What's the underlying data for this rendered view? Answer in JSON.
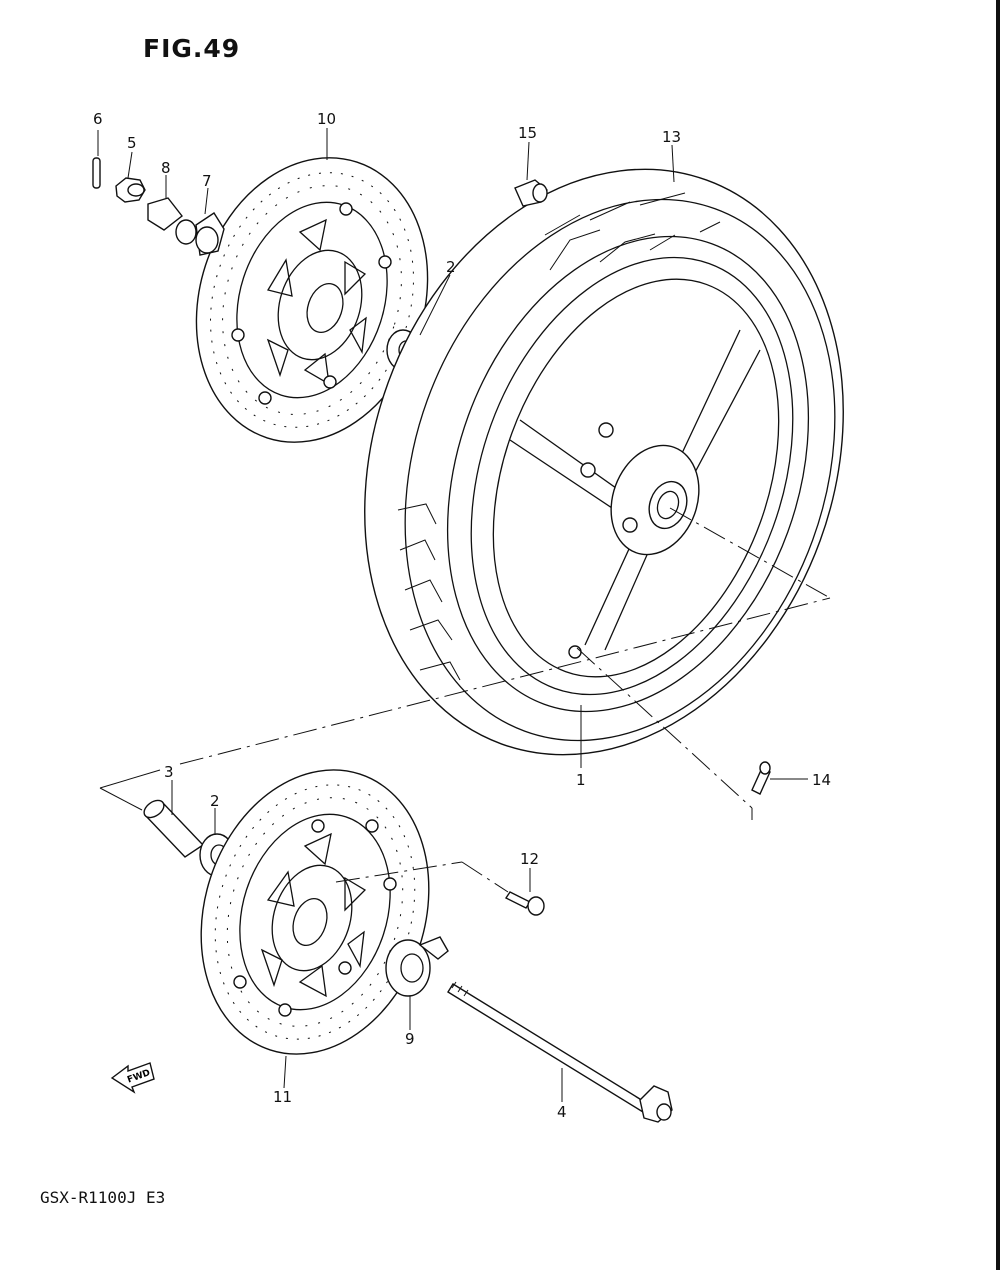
{
  "figure": {
    "title": "FIG.49",
    "model": "GSX-R1100J E3",
    "fwd_label": "FWD"
  },
  "callouts": [
    {
      "id": "c6",
      "label": "6"
    },
    {
      "id": "c5",
      "label": "5"
    },
    {
      "id": "c8",
      "label": "8"
    },
    {
      "id": "c7",
      "label": "7"
    },
    {
      "id": "c10",
      "label": "10"
    },
    {
      "id": "c2a",
      "label": "2"
    },
    {
      "id": "c15",
      "label": "15"
    },
    {
      "id": "c13",
      "label": "13"
    },
    {
      "id": "c3",
      "label": "3"
    },
    {
      "id": "c2b",
      "label": "2"
    },
    {
      "id": "c1",
      "label": "1"
    },
    {
      "id": "c14",
      "label": "14"
    },
    {
      "id": "c12",
      "label": "12"
    },
    {
      "id": "c9",
      "label": "9"
    },
    {
      "id": "c11",
      "label": "11"
    },
    {
      "id": "c4",
      "label": "4"
    }
  ]
}
